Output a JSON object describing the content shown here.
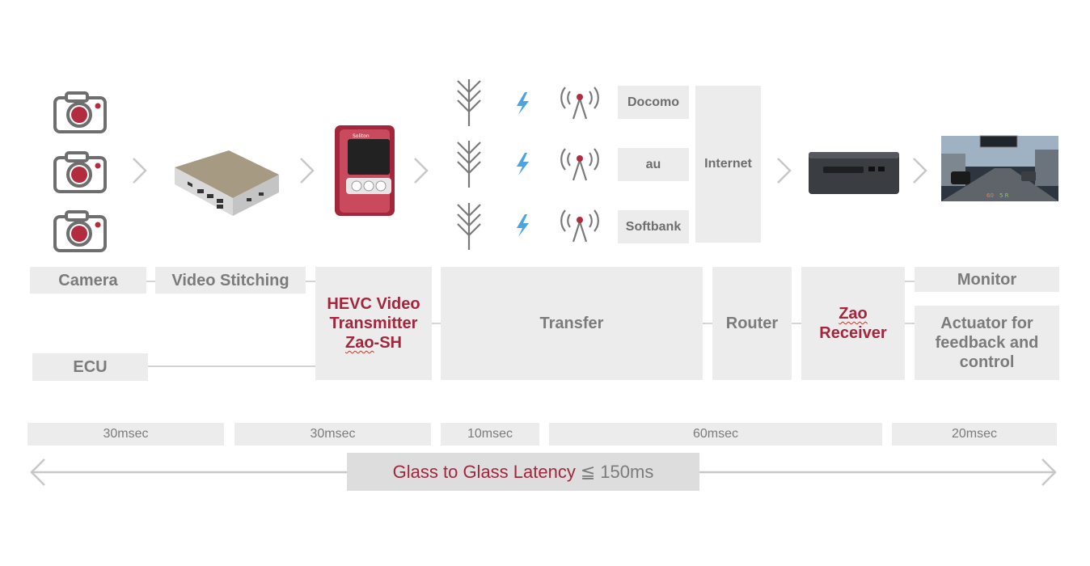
{
  "operators": [
    "Docomo",
    "au",
    "Softbank"
  ],
  "internet": "Internet",
  "stages": {
    "camera": "Camera",
    "video_stitching": "Video Stitching",
    "ecu": "ECU",
    "transmitter_line1": "HEVC Video",
    "transmitter_line2": "Transmitter",
    "transmitter_prefix": "Zao",
    "transmitter_suffix": "-SH",
    "transfer": "Transfer",
    "router": "Router",
    "receiver_line1": "Zao",
    "receiver_line2": "Receiver",
    "monitor": "Monitor",
    "actuator_line1": "Actuator for",
    "actuator_line2": "feedback and",
    "actuator_line3": "control"
  },
  "latencies": [
    "30msec",
    "30msec",
    "10msec",
    "60msec",
    "20msec"
  ],
  "total": {
    "label": "Glass to Glass Latency",
    "symbol": "≦",
    "value": "150ms"
  },
  "colors": {
    "accent_red": "#a3263c",
    "gray_text": "#7b7b7b",
    "box_gray": "#ececec",
    "bolt_blue": "#4da3e0"
  },
  "icons": [
    "camera-icon",
    "stitching-box-icon",
    "transmitter-device-icon",
    "antenna-icon",
    "lightning-icon",
    "cell-tower-icon",
    "mini-pc-icon",
    "monitor-screen-icon"
  ]
}
